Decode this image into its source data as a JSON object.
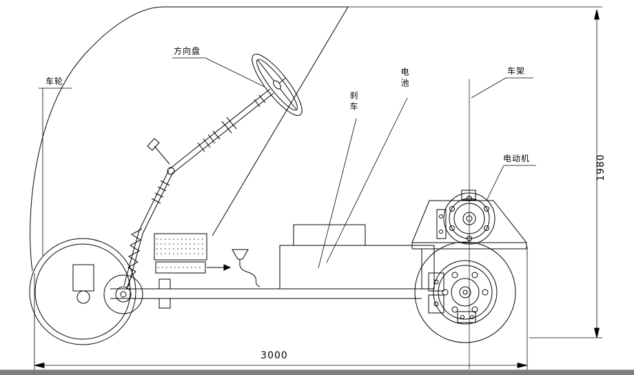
{
  "drawing": {
    "labels": {
      "wheel": "车轮",
      "steering_wheel": "方向盘",
      "brake": "刹车",
      "battery": "电池",
      "frame": "车架",
      "motor": "电动机"
    },
    "dimensions": {
      "length": "3000",
      "height": "1980"
    }
  },
  "colors": {
    "line": "#000000",
    "background": "#ffffff",
    "statusbar": "#7e7e7e"
  }
}
